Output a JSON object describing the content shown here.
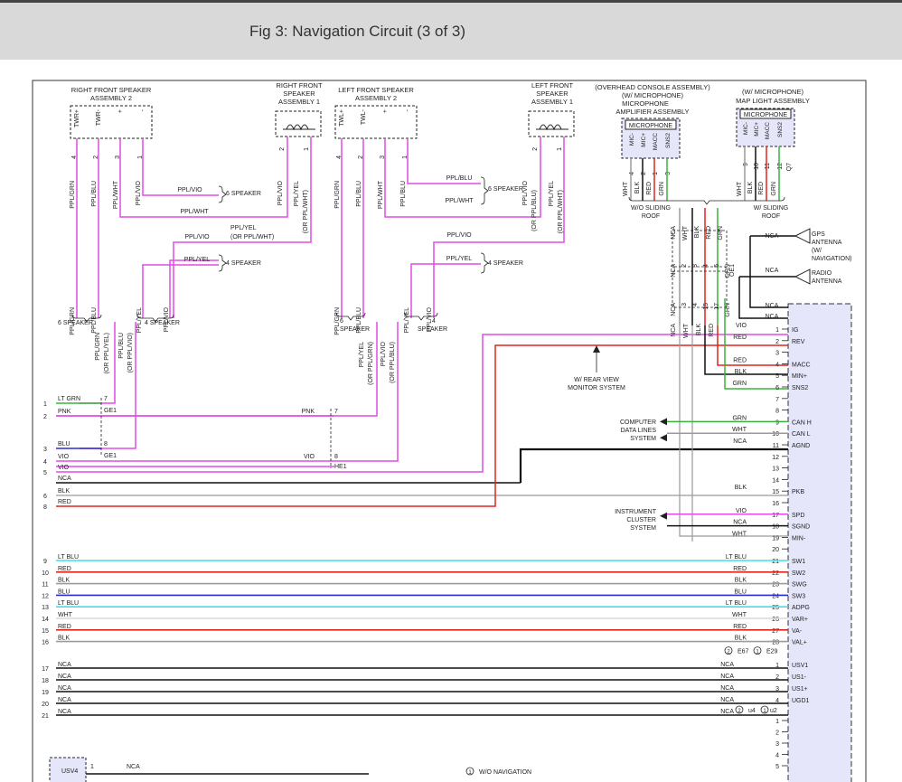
{
  "title": "Fig 3: Navigation Circuit (3 of 3)",
  "colors": {
    "magenta": "#e24be6",
    "red": "#e0241c",
    "green": "#3bb33b",
    "blue": "#2c2cd6",
    "cyan": "#3fe0ec",
    "gray": "#9a9a9a",
    "black": "#111111",
    "unit_fill": "#e6e6fb",
    "header_bg": "#d9d9d9"
  },
  "assemblies": {
    "rf2": {
      "title1": "RIGHT FRONT SPEAKER",
      "title2": "ASSEMBLY 2",
      "pins": [
        "TWR+",
        "TWR-",
        "+",
        "-"
      ],
      "nums": [
        "4",
        "2",
        "3",
        "1"
      ],
      "wires": [
        "PPL/GRN",
        "PPL/BLU",
        "PPL/WHT",
        "PPL/VIO"
      ]
    },
    "rf1": {
      "title1": "RIGHT FRONT",
      "title2": "SPEAKER",
      "title3": "ASSEMBLY 1",
      "nums": [
        "2",
        "1"
      ],
      "wires": [
        "PPL/VIO",
        "PPL/YEL",
        "(OR PPL/WHT)"
      ]
    },
    "lf2": {
      "title1": "LEFT FRONT SPEAKER",
      "title2": "ASSEMBLY 2",
      "pins": [
        "TWL+",
        "TWL-",
        "+",
        "-"
      ],
      "nums": [
        "4",
        "2",
        "3",
        "1"
      ],
      "wires": [
        "PPL/GRN",
        "PPL/BLU",
        "PPL/WHT",
        "PPL/BLU"
      ]
    },
    "lf1": {
      "title1": "LEFT FRONT",
      "title2": "SPEAKER",
      "title3": "ASSEMBLY 1",
      "nums": [
        "2",
        "1"
      ],
      "wires": [
        "PPL/VIO",
        "(OR PPL/BLU)",
        "PPL/YEL",
        "(OR PPL/WHT)"
      ]
    },
    "ovh": {
      "title1": "(OVERHEAD CONSOLE ASSEMBLY)",
      "title2": "(W/ MICROPHONE)",
      "title3": "MICROPHONE",
      "title4": "AMPLIFIER ASSEMBLY",
      "box": "MICROPHONE",
      "pins": [
        "MIC-",
        "MIC+",
        "MACC",
        "SNS2"
      ],
      "nums": [
        "4",
        "2",
        "1",
        "3"
      ],
      "wires": [
        "WHT",
        "BLK",
        "RED",
        "GRN"
      ]
    },
    "map": {
      "title1": "(W/ MICROPHONE)",
      "title2": "MAP LIGHT ASSEMBLY",
      "box": "MICROPHONE",
      "pins": [
        "MIC-",
        "MIC+",
        "MACC",
        "SNS2"
      ],
      "nums": [
        "9",
        "10",
        "11",
        "12"
      ],
      "wires": [
        "WHT",
        "BLK",
        "RED",
        "GRN"
      ],
      "conn": "Q7"
    }
  },
  "wire_labels": {
    "six_speaker": "6 SPEAKER",
    "four_speaker": "4 SPEAKER",
    "ppl_vio": "PPL/VIO",
    "ppl_wht": "PPL/WHT",
    "ppl_yel": "PPL/YEL",
    "ppl_yel_alt": "(OR PPL/WHT)",
    "ppl_blu": "PPL/BLU",
    "ppl_grn": "PPL/GRN",
    "four": "4",
    "six": "6",
    "speaker": "SPEAKER",
    "wo_sliding": [
      "W/O SLIDING",
      "ROOF"
    ],
    "w_sliding": [
      "W/ SLIDING",
      "ROOF"
    ],
    "rear_view": [
      "W/ REAR VIEW",
      "MONITOR SYSTEM"
    ],
    "computer": [
      "COMPUTER",
      "DATA LINES",
      "SYSTEM"
    ],
    "instrument": [
      "INSTRUMENT",
      "CLUSTER",
      "SYSTEM"
    ],
    "gps": [
      "GPS",
      "ANTENNA",
      "(W/",
      "NAVIGATION)"
    ],
    "radio": [
      "RADIO",
      "ANTENNA"
    ],
    "nca": "NCA",
    "oe1": "OE1",
    "pnk": "PNK",
    "vio": "VIO",
    "lt_grn": "LT GRN",
    "blu": "BLU",
    "ge1": "GE1",
    "he1": "HE1",
    "left_mid": [
      "PPL/GRN",
      "(OR PPL/YEL)",
      "PPL/BLU",
      "(OR PPL/VIO)"
    ],
    "mid_mid": [
      "PPL/YEL",
      "(OR PPL/GRN)",
      "PPL/VIO",
      "(OR PPL/BLU)"
    ],
    "mid_v": [
      "PPL/GRN",
      "PPL/BLU",
      "PPL/YEL",
      "PPL/VIO"
    ],
    "left_v": [
      "PPL/GRN",
      "PPL/BLU",
      "PPL/YEL",
      "PPL/VIO"
    ],
    "conn_nums": [
      "7",
      "7",
      "8",
      "8"
    ],
    "e67": "E67",
    "e29": "E29",
    "u4": "u4",
    "u2": "u2",
    "c1": "1",
    "c2": "2",
    "bottom": {
      "usv4": "USV4",
      "one": "1",
      "nca": "NCA",
      "note": "W/O NAVIGATION"
    }
  },
  "left_wires": [
    {
      "n": "1",
      "label": "LT GRN"
    },
    {
      "n": "2",
      "label": "PNK"
    },
    {
      "n": "3",
      "label": "BLU"
    },
    {
      "n": "4",
      "label": "VIO"
    },
    {
      "n": "5",
      "label": "VIO"
    },
    {
      "n": "",
      "label": "NCA"
    },
    {
      "n": "6",
      "label": "BLK"
    },
    {
      "n": "8",
      "label": "RED"
    }
  ],
  "unit_pins": [
    {
      "n": "1",
      "wire": "VIO",
      "name": "IG"
    },
    {
      "n": "2",
      "wire": "RED",
      "name": "REV"
    },
    {
      "n": "3",
      "wire": "",
      "name": ""
    },
    {
      "n": "4",
      "wire": "RED",
      "name": "MACC"
    },
    {
      "n": "5",
      "wire": "BLK",
      "name": "MIN+"
    },
    {
      "n": "6",
      "wire": "GRN",
      "name": "SNS2"
    },
    {
      "n": "7",
      "wire": "",
      "name": ""
    },
    {
      "n": "8",
      "wire": "",
      "name": ""
    },
    {
      "n": "9",
      "wire": "GRN",
      "name": "CAN H"
    },
    {
      "n": "10",
      "wire": "WHT",
      "name": "CAN L"
    },
    {
      "n": "11",
      "wire": "NCA",
      "name": "AGND"
    },
    {
      "n": "12",
      "wire": "",
      "name": ""
    },
    {
      "n": "13",
      "wire": "",
      "name": ""
    },
    {
      "n": "14",
      "wire": "",
      "name": ""
    },
    {
      "n": "15",
      "wire": "BLK",
      "name": "PKB"
    },
    {
      "n": "16",
      "wire": "",
      "name": ""
    },
    {
      "n": "17",
      "wire": "VIO",
      "name": "SPD"
    },
    {
      "n": "18",
      "wire": "NCA",
      "name": "SGND"
    },
    {
      "n": "19",
      "wire": "WHT",
      "name": "MIN-"
    },
    {
      "n": "20",
      "wire": "",
      "name": ""
    },
    {
      "n": "21",
      "wire": "LT BLU",
      "name": "SW1"
    },
    {
      "n": "22",
      "wire": "RED",
      "name": "SW2"
    },
    {
      "n": "23",
      "wire": "BLK",
      "name": "SWG"
    },
    {
      "n": "24",
      "wire": "BLU",
      "name": "SW3"
    },
    {
      "n": "25",
      "wire": "LT BLU",
      "name": "ADPG"
    },
    {
      "n": "26",
      "wire": "WHT",
      "name": "VAR+"
    },
    {
      "n": "27",
      "wire": "RED",
      "name": "VA-"
    },
    {
      "n": "28",
      "wire": "BLK",
      "name": "VAL+"
    }
  ],
  "left_rows": [
    {
      "n": "9",
      "left": "LT BLU"
    },
    {
      "n": "10",
      "left": "RED"
    },
    {
      "n": "11",
      "left": "BLK"
    },
    {
      "n": "12",
      "left": "BLU"
    },
    {
      "n": "13",
      "left": "LT BLU"
    },
    {
      "n": "14",
      "left": "WHT"
    },
    {
      "n": "15",
      "left": "RED"
    },
    {
      "n": "16",
      "left": "BLK"
    }
  ],
  "usb_rows": [
    {
      "n": "17",
      "left": "NCA",
      "right": "NCA",
      "pin": "1",
      "name": "USV1"
    },
    {
      "n": "18",
      "left": "NCA",
      "right": "NCA",
      "pin": "2",
      "name": "US1-"
    },
    {
      "n": "19",
      "left": "NCA",
      "right": "NCA",
      "pin": "3",
      "name": "US1+"
    },
    {
      "n": "20",
      "left": "NCA",
      "right": "NCA",
      "pin": "4",
      "name": "UGD1"
    },
    {
      "n": "21",
      "left": "NCA",
      "right": "NCA",
      "pin": "",
      "name": ""
    }
  ],
  "lower_pins": [
    "1",
    "2",
    "3",
    "4",
    "5"
  ]
}
